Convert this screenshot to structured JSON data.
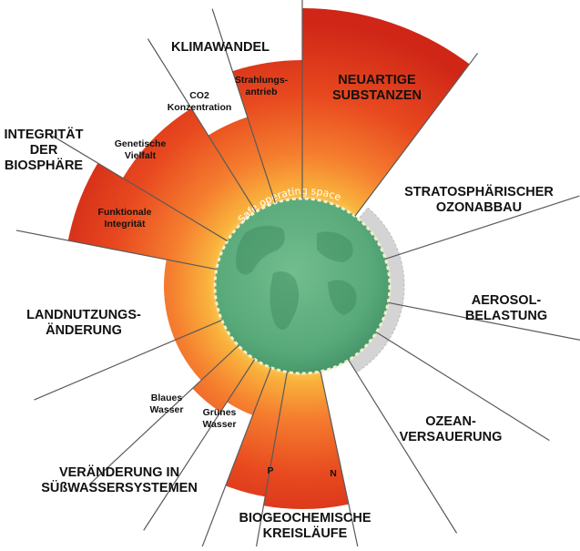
{
  "colors": {
    "safe_zone": "#5aaa7c",
    "safe_zone_dark": "#2f7d52",
    "ring_yellow": "#f7c33a",
    "ring_orange": "#f47a2e",
    "ring_red": "#d82c1c",
    "unquantified": "#cfcfcf"
  },
  "safe_zone_label": "Safe operating space",
  "boundaries": {
    "klimawandel": [
      "KLIMAWANDEL"
    ],
    "neuartige": [
      "NEUARTIGE",
      "SUBSTANZEN"
    ],
    "ozon": [
      "STRATOSPHÄRISCHER",
      "OZONABBAU"
    ],
    "aerosol": [
      "AEROSOL-",
      "BELASTUNG"
    ],
    "ozean": [
      "OZEAN-",
      "VERSAUERUNG"
    ],
    "bio": [
      "BIOGEOCHEMISCHE",
      "KREISLÄUFE"
    ],
    "suess": [
      "VERÄNDERUNG IN",
      "SÜßWASSERSYSTEMEN"
    ],
    "land": [
      "LANDNUTZUNGS-",
      "ÄNDERUNG"
    ],
    "integ": [
      "INTEGRITÄT",
      "DER",
      "BIOSPHÄRE"
    ]
  },
  "sub_labels": {
    "strahlung": [
      "Strahlungs-",
      "antrieb"
    ],
    "co2": [
      "CO2",
      "Konzentration"
    ],
    "genetisch": [
      "Genetische",
      "Vielfalt"
    ],
    "funktional": [
      "Funktionale",
      "Integrität"
    ],
    "blau": [
      "Blaues",
      "Wasser"
    ],
    "gruen": [
      "Grünes",
      "Wasser"
    ],
    "p": [
      "P"
    ],
    "n": [
      "N"
    ]
  }
}
